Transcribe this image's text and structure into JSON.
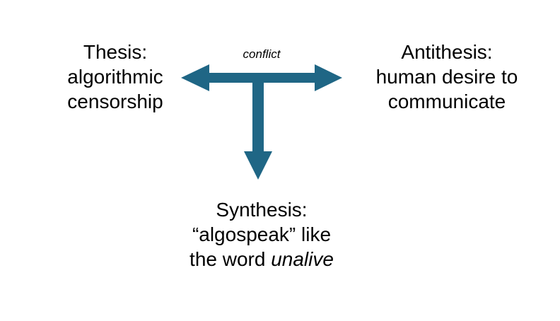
{
  "diagram": {
    "conflict_label": "conflict",
    "thesis": {
      "heading": "Thesis:",
      "line1": "algorithmic",
      "line2": "censorship"
    },
    "antithesis": {
      "heading": "Antithesis:",
      "line1": "human desire to",
      "line2": "communicate"
    },
    "synthesis": {
      "heading": "Synthesis:",
      "line1": "“algospeak” like",
      "line2_prefix": "the word ",
      "line2_emphasis": "unalive"
    },
    "colors": {
      "arrow": "#1f6685",
      "text": "#000000",
      "background": "#ffffff"
    }
  }
}
